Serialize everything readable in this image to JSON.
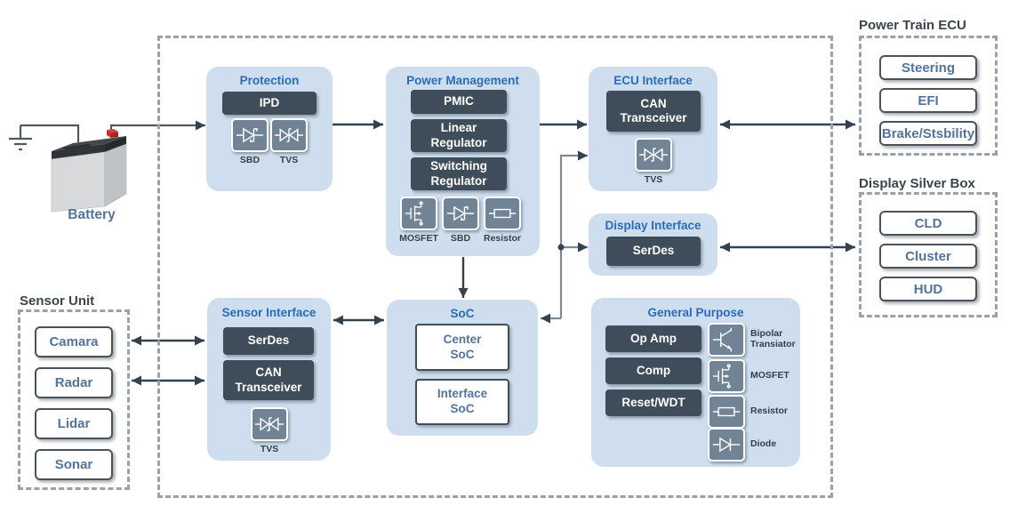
{
  "colors": {
    "panel_bg": "#cfdeee",
    "panel_title": "#2a6db6",
    "chip_bg": "#3e4d59",
    "chip_text": "#ffffff",
    "icon_tile_bg": "#708496",
    "arrow": "#35424e",
    "connector_line": "#7e8892",
    "dashed_border": "#9ba1a6",
    "outer_box_text": "#53739c",
    "group_label": "#3a444e"
  },
  "battery": {
    "label": "Battery"
  },
  "blocks": {
    "protection": {
      "title": "Protection",
      "chips": [
        "IPD"
      ],
      "icons": [
        {
          "name": "sbd",
          "label": "SBD"
        },
        {
          "name": "tvs",
          "label": "TVS"
        }
      ]
    },
    "power_management": {
      "title": "Power Management",
      "chips": [
        "PMIC",
        "Linear\nRegulator",
        "Switching\nRegulator"
      ],
      "icons": [
        {
          "name": "mosfet",
          "label": "MOSFET"
        },
        {
          "name": "sbd",
          "label": "SBD"
        },
        {
          "name": "resistor",
          "label": "Resistor"
        }
      ]
    },
    "ecu_interface": {
      "title": "ECU Interface",
      "chips": [
        "CAN\nTransceiver"
      ],
      "icons": [
        {
          "name": "tvs",
          "label": "TVS"
        }
      ]
    },
    "display_interface": {
      "title": "Display Interface",
      "chips": [
        "SerDes"
      ]
    },
    "sensor_interface": {
      "title": "Sensor Interface",
      "chips": [
        "SerDes",
        "CAN\nTransceiver"
      ],
      "icons": [
        {
          "name": "tvs",
          "label": "TVS"
        }
      ]
    },
    "soc": {
      "title": "SoC",
      "cards": [
        "Center\nSoC",
        "Interface\nSoC"
      ]
    },
    "general_purpose": {
      "title": "General Purpose",
      "chips": [
        "Op Amp",
        "Comp",
        "Reset/WDT"
      ],
      "icons": [
        {
          "name": "bipolar-transistor",
          "label": "Bipolar\nTransiator"
        },
        {
          "name": "mosfet",
          "label": "MOSFET"
        },
        {
          "name": "resistor",
          "label": "Resistor"
        },
        {
          "name": "diode",
          "label": "Diode"
        }
      ]
    }
  },
  "external_units": {
    "power_train_ecu": {
      "title": "Power Train ECU",
      "items": [
        "Steering",
        "EFI",
        "Brake/Stsbility"
      ]
    },
    "display_silver_box": {
      "title": "Display Silver Box",
      "items": [
        "CLD",
        "Cluster",
        "HUD"
      ]
    },
    "sensor_unit": {
      "title": "Sensor Unit",
      "items": [
        "Camara",
        "Radar",
        "Lidar",
        "Sonar"
      ]
    }
  }
}
